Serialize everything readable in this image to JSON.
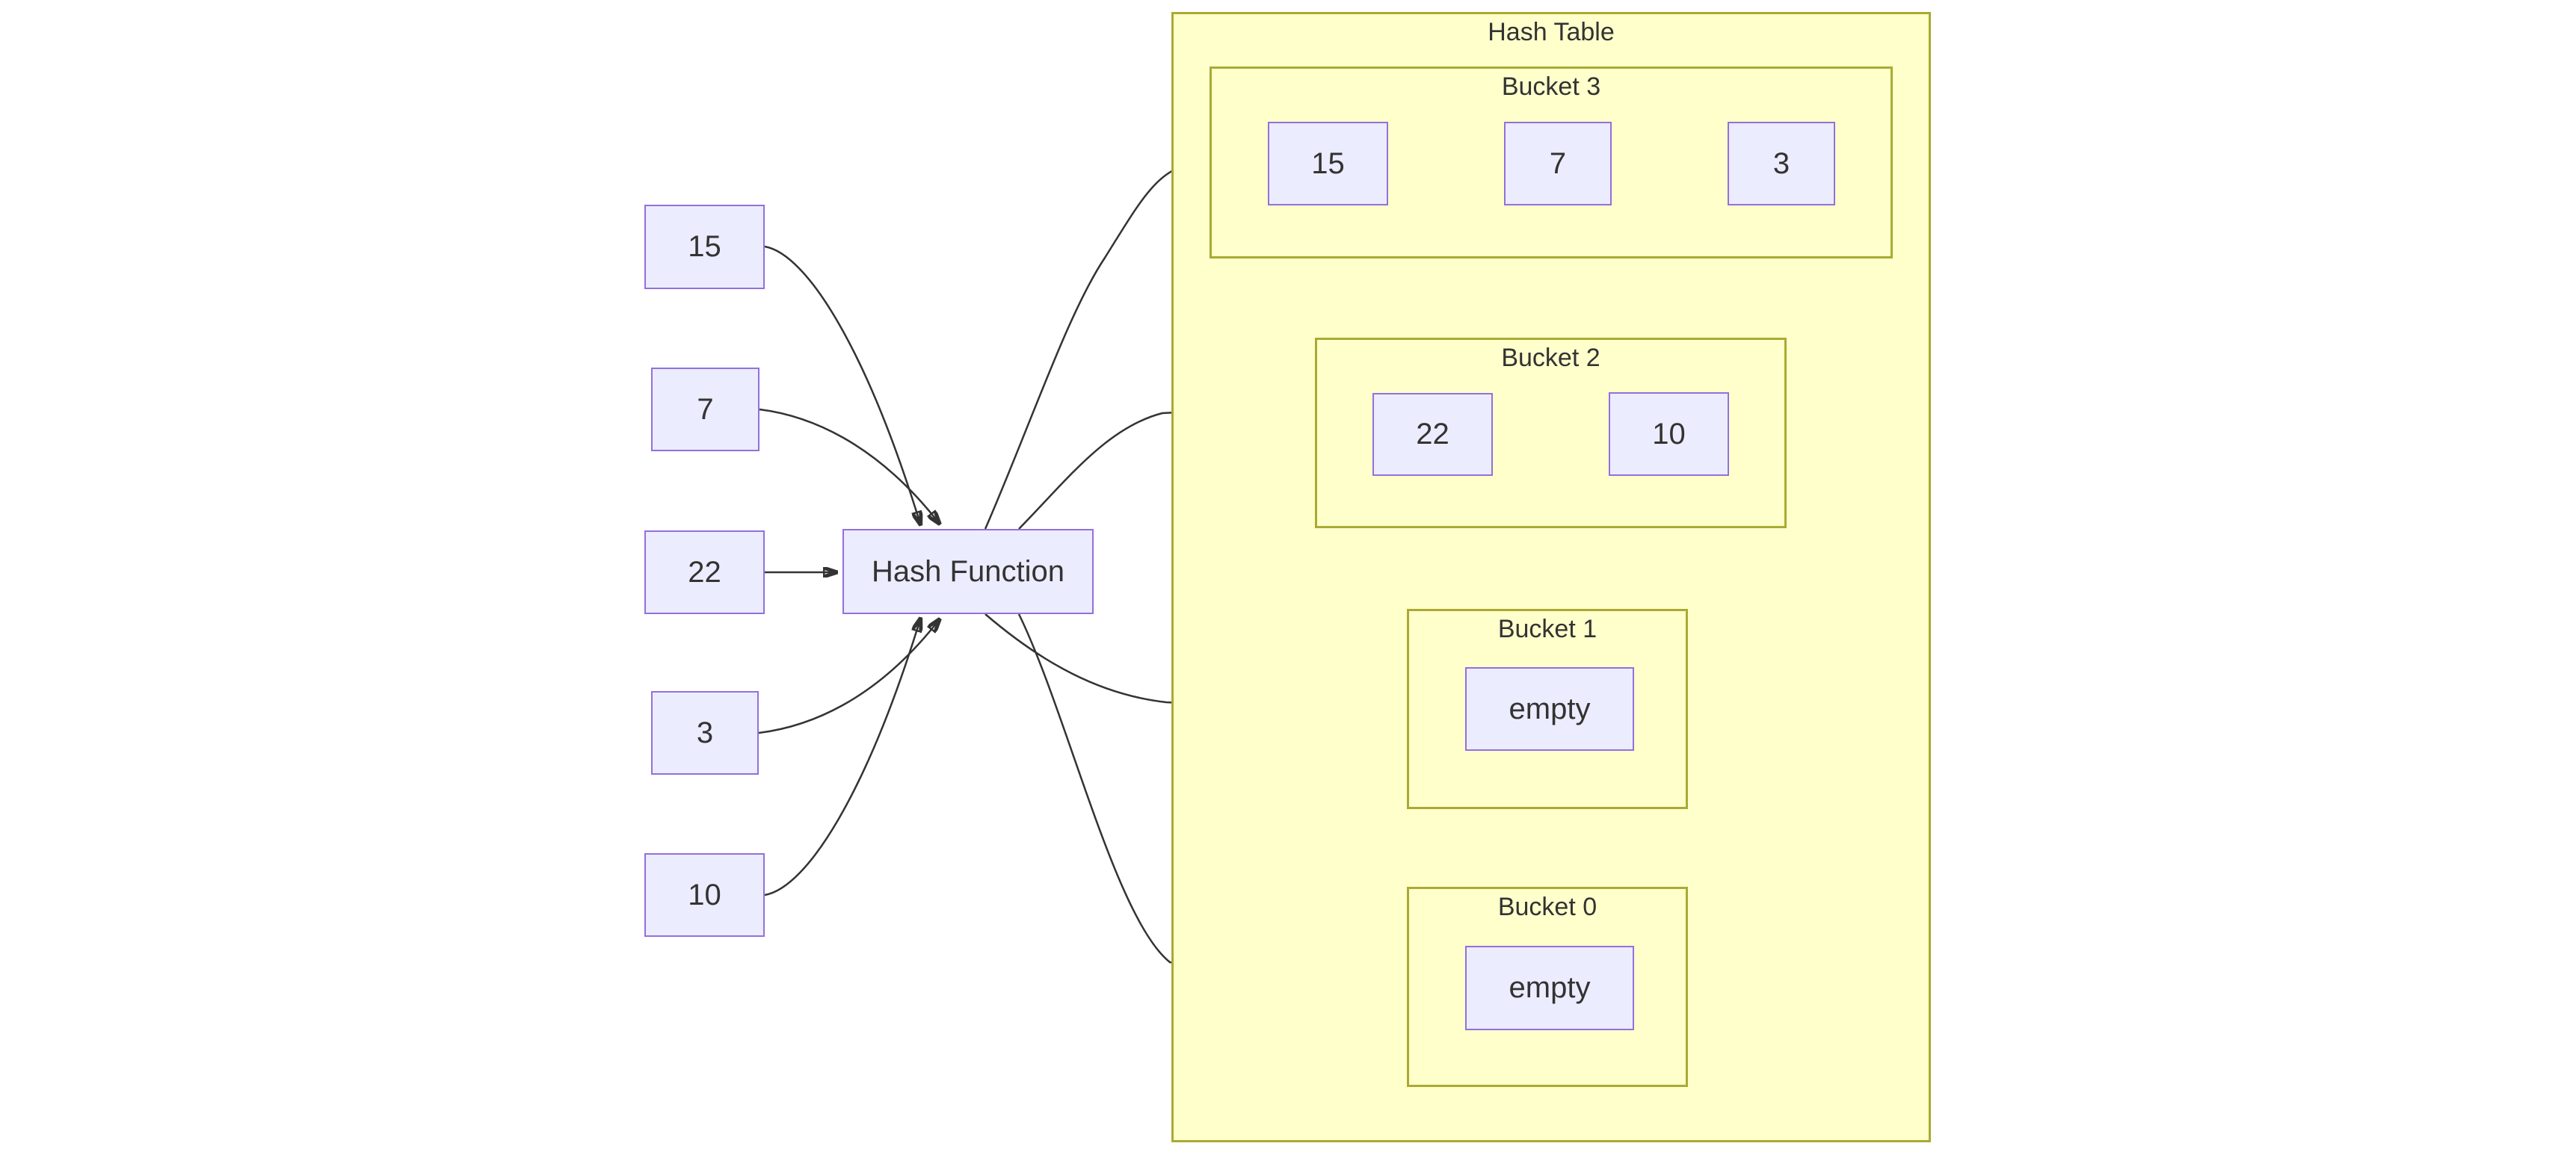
{
  "colors": {
    "node_fill": "#ECECFF",
    "node_border": "#9370DB",
    "container_fill": "#FFFFCC",
    "container_border": "#AAAA33",
    "edge": "#333333",
    "text": "#333333"
  },
  "inputs": [
    {
      "label": "15"
    },
    {
      "label": "7"
    },
    {
      "label": "22"
    },
    {
      "label": "3"
    },
    {
      "label": "10"
    }
  ],
  "hash_function": {
    "label": "Hash Function"
  },
  "hash_table": {
    "title": "Hash Table",
    "buckets": [
      {
        "name": "Bucket 3",
        "items": [
          "15",
          "7",
          "3"
        ]
      },
      {
        "name": "Bucket 2",
        "items": [
          "22",
          "10"
        ]
      },
      {
        "name": "Bucket 1",
        "items": [
          "empty"
        ]
      },
      {
        "name": "Bucket 0",
        "items": [
          "empty"
        ]
      }
    ]
  }
}
